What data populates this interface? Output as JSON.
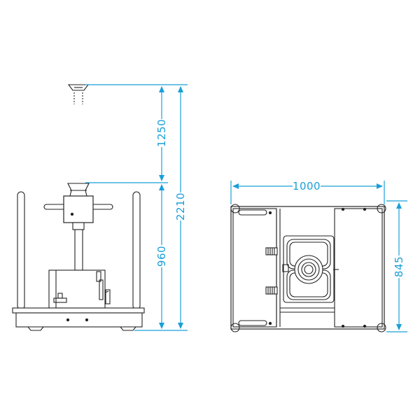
{
  "dimensions": {
    "lift_height": "1250",
    "total_height": "2210",
    "base_height": "960",
    "width": "1000",
    "depth": "845"
  },
  "colors": {
    "dimension": "#1a9fd8",
    "line": "#222222",
    "background": "#ffffff"
  },
  "views": [
    "side-view",
    "top-view"
  ]
}
